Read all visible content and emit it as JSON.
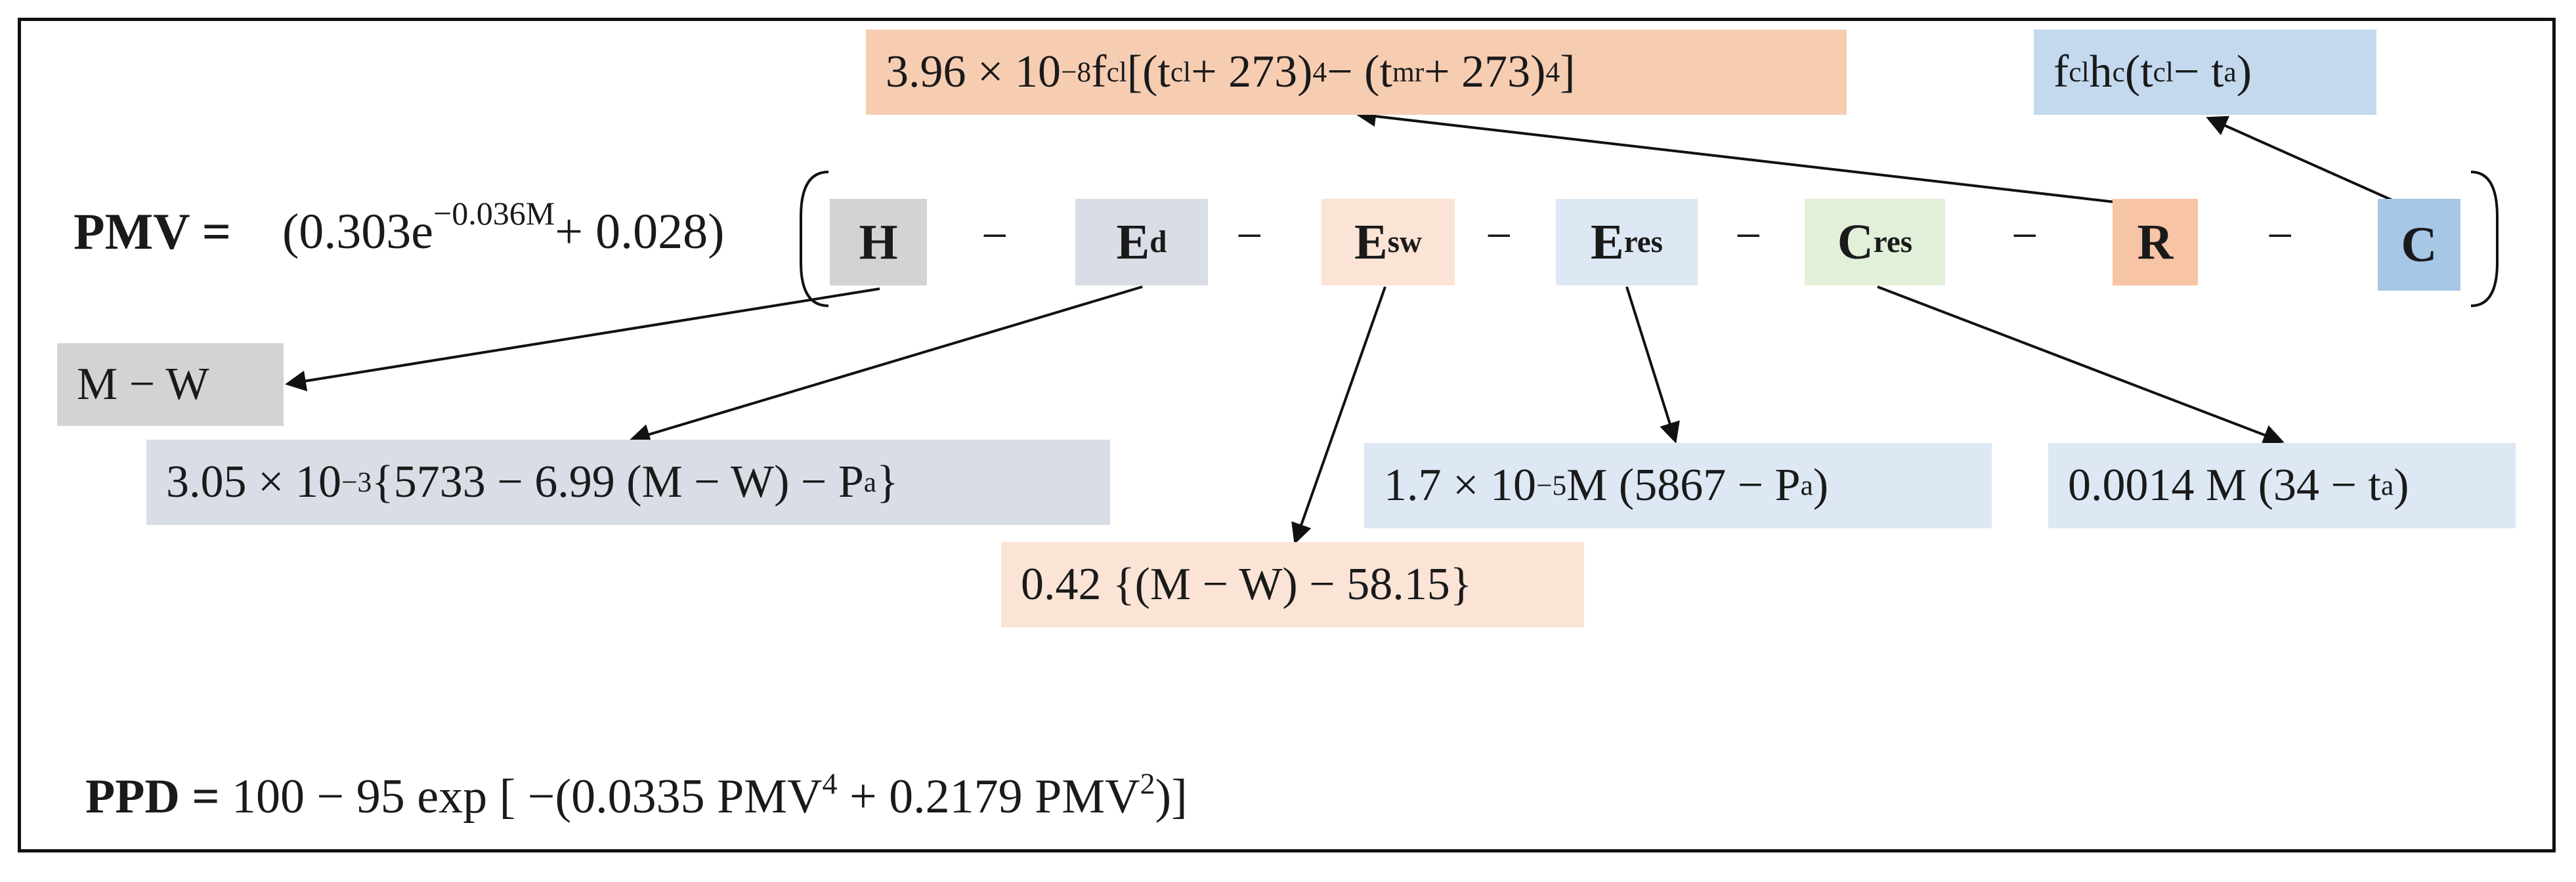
{
  "colors": {
    "gray": "#d3d3d3",
    "blue_gray": "#d8dde6",
    "light_peach": "#fbe3d6",
    "light_blue": "#dde8f4",
    "light_green": "#e2efd9",
    "orange": "#f7c4a6",
    "blue": "#a6c7e6",
    "radiation_box": "#f7cdb2",
    "convection_box": "#c4d9ee"
  },
  "pmv": {
    "label": "PMV =",
    "prefix_open": "(0.303e",
    "exponent": "−0.036M",
    "prefix_close": "+ 0.028)"
  },
  "terms": {
    "h": "H",
    "ed_base": "E",
    "ed_sub": "d",
    "esw_base": "E",
    "esw_sub": "sw",
    "eres_base": "E",
    "eres_sub": "res",
    "cres_base": "C",
    "cres_sub": "res",
    "r": "R",
    "c": "C"
  },
  "minus": "−",
  "formulas": {
    "h": "M − W",
    "ed": {
      "a": "3.05 × 10",
      "exp": "−3",
      "b": " {5733 − 6.99 (M − W) − P",
      "sub": "a",
      "c": "}"
    },
    "esw": "0.42 {(M − W) − 58.15}",
    "eres": {
      "a": "1.7 × 10",
      "exp": "−5",
      "b": " M (5867 − P",
      "sub": "a",
      "c": ")"
    },
    "cres": {
      "a": "0.0014 M (34 − t",
      "sub": "a",
      "b": ")"
    },
    "r": {
      "a": "3.96 × 10",
      "exp": "−8",
      "b": " f",
      "sub1": "cl",
      "c": " [(t",
      "sub2": "cl",
      "d": " + 273)",
      "exp2": "4",
      "e": " − (t",
      "sub3": "mr",
      "f": " + 273)",
      "exp3": "4",
      "g": "]"
    },
    "c": {
      "a": "f",
      "sub1": "cl",
      "b": " h",
      "sub2": "c",
      "c": " (t",
      "sub3": "cl",
      "d": " − t",
      "sub4": "a",
      "e": ")"
    }
  },
  "ppd": {
    "label": "PPD =",
    "a": " 100 − 95 exp [ −(0.0335 PMV",
    "exp1": "4",
    "b": " +  0.2179 PMV",
    "exp2": "2",
    "c": ")]"
  }
}
